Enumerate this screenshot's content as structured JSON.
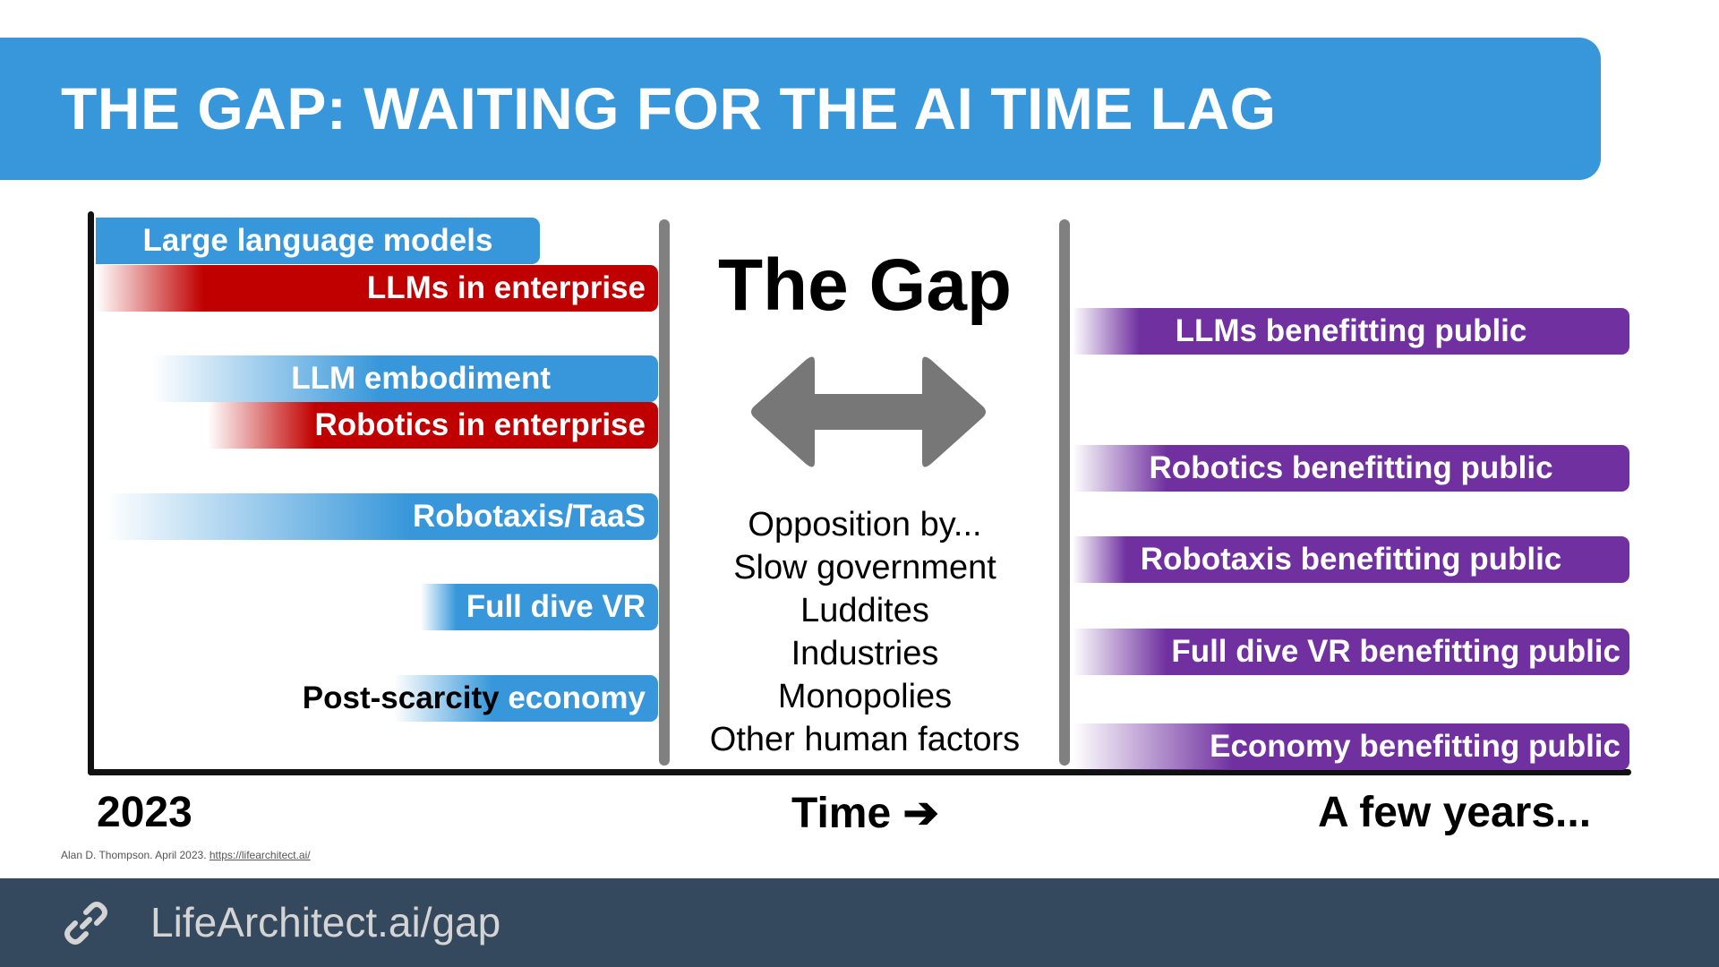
{
  "banner": {
    "title": "THE GAP: WAITING FOR THE AI TIME LAG"
  },
  "colors": {
    "banner_blue": "#3797DA",
    "enterprise_red": "#C00000",
    "public_purple": "#7030A0",
    "divider_gray": "#808080",
    "footer_bg": "#34495E"
  },
  "left_column": {
    "items": [
      {
        "label": "Large language models",
        "color": "blue"
      },
      {
        "label": "LLMs in enterprise",
        "color": "red"
      },
      {
        "label": "LLM embodiment",
        "color": "blue"
      },
      {
        "label": "Robotics in enterprise",
        "color": "red"
      },
      {
        "label": "Robotaxis/TaaS",
        "color": "blue"
      },
      {
        "label": "Full dive VR",
        "color": "blue"
      },
      {
        "label_dark": "Post-scarcity",
        "label_light": "economy",
        "color": "blue"
      }
    ]
  },
  "center": {
    "title": "The Gap",
    "arrow_icon": "double-headed-arrow",
    "opposition": [
      "Opposition by...",
      "Slow government",
      "Luddites",
      "Industries",
      "Monopolies",
      "Other human factors"
    ]
  },
  "right_column": {
    "items": [
      {
        "label": "LLMs benefitting public"
      },
      {
        "label": "Robotics benefitting public"
      },
      {
        "label": "Robotaxis benefitting public"
      },
      {
        "label": "Full dive VR benefitting public"
      },
      {
        "label": "Economy benefitting public"
      }
    ]
  },
  "timeline": {
    "start": "2023",
    "middle": "Time ➔",
    "end": "A few years..."
  },
  "credit": {
    "text": "Alan D. Thompson. April 2023. ",
    "link": "https://lifearchitect.ai/"
  },
  "footer": {
    "icon": "link-icon",
    "text": "LifeArchitect.ai/gap"
  }
}
